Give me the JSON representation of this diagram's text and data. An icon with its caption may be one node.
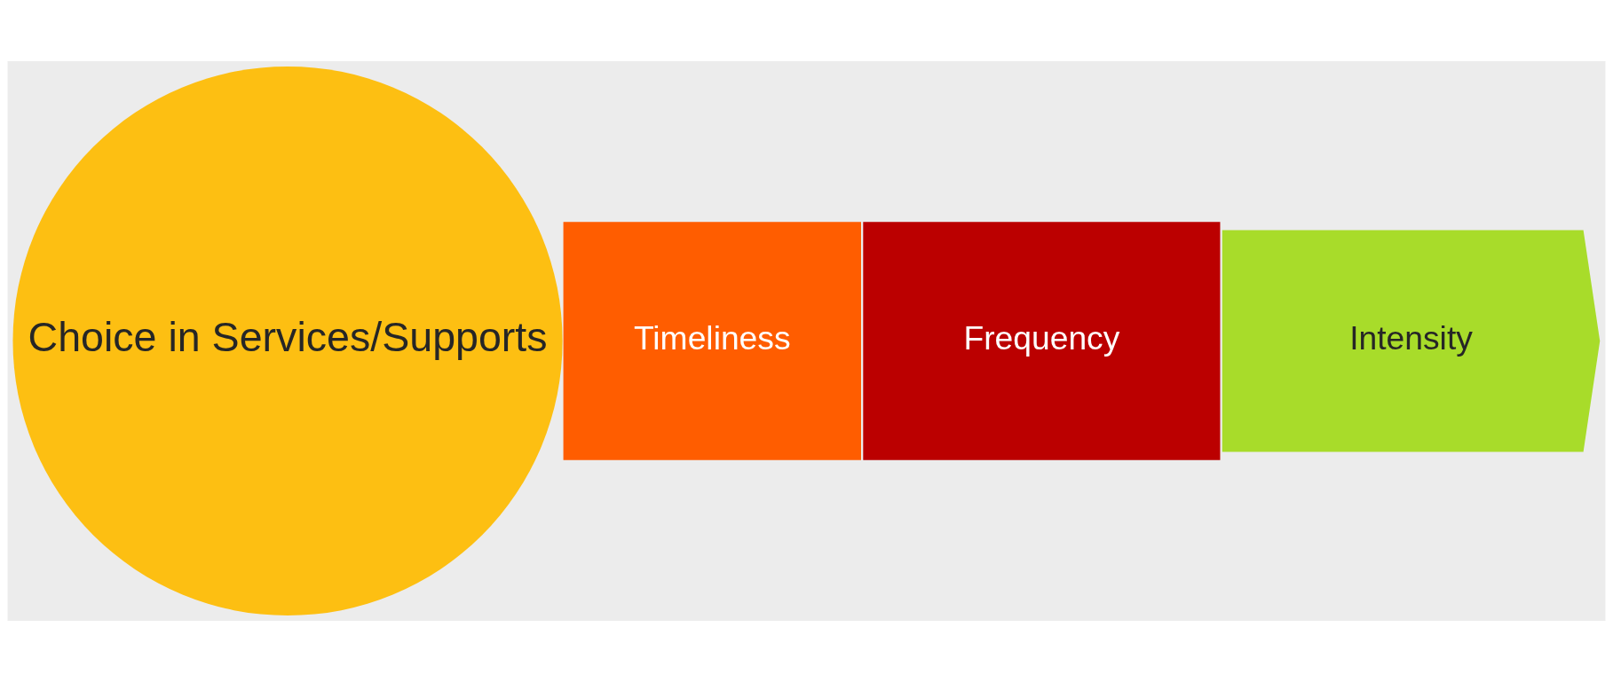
{
  "diagram": {
    "nodes": [
      {
        "text": [
          "Choice in Services/Supports"
        ]
      },
      {
        "text": [
          "Timeliness"
        ]
      },
      {
        "text": [
          "Frequency"
        ]
      },
      {
        "text": [
          "Intensity"
        ]
      }
    ]
  }
}
